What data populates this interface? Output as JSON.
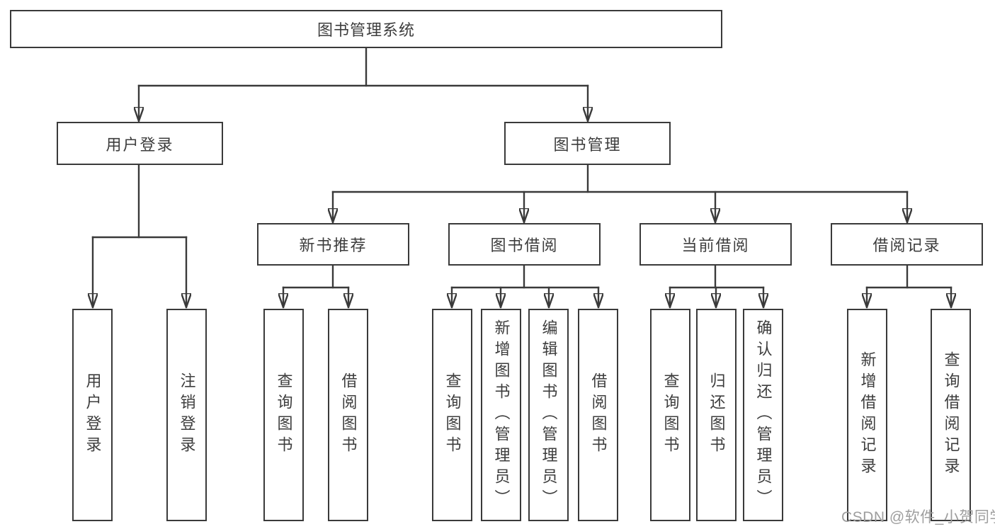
{
  "diagram": {
    "title": "图书管理系统",
    "watermark": "CSDN @软件_小贺同学",
    "colors": {
      "line": "#3a3a3a",
      "text": "#3d3d3d",
      "background": "#ffffff",
      "watermark": "#9e9e9e"
    },
    "tree": {
      "label": "图书管理系统",
      "children": [
        {
          "label": "用户登录",
          "children": [
            {
              "label": "用户登录"
            },
            {
              "label": "注销登录"
            }
          ]
        },
        {
          "label": "图书管理",
          "children": [
            {
              "label": "新书推荐",
              "children": [
                {
                  "label": "查询图书"
                },
                {
                  "label": "借阅图书"
                }
              ]
            },
            {
              "label": "图书借阅",
              "children": [
                {
                  "label": "查询图书"
                },
                {
                  "label": "新增图书（管理员）"
                },
                {
                  "label": "编辑图书（管理员）"
                },
                {
                  "label": "借阅图书"
                }
              ]
            },
            {
              "label": "当前借阅",
              "children": [
                {
                  "label": "查询图书"
                },
                {
                  "label": "归还图书"
                },
                {
                  "label": "确认归还（管理员）"
                }
              ]
            },
            {
              "label": "借阅记录",
              "children": [
                {
                  "label": "新增借阅记录"
                },
                {
                  "label": "查询借阅记录"
                }
              ]
            }
          ]
        }
      ]
    }
  }
}
